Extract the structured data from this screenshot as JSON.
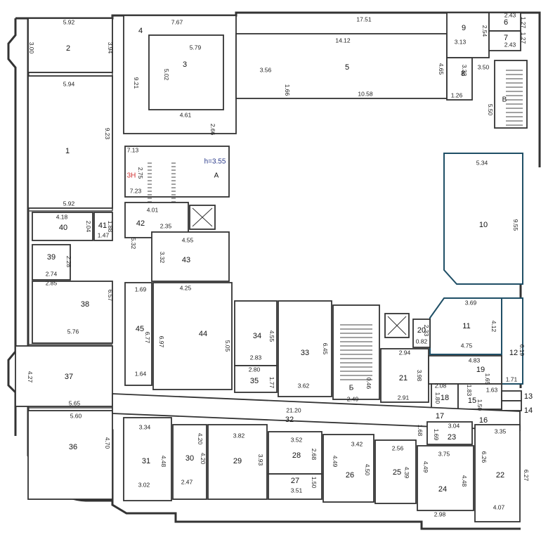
{
  "colors": {
    "highlight": "#8ed0e3",
    "walls": "#333333",
    "mark_red": "#d03030",
    "mark_blue": "#2a3a8a"
  },
  "marks": {
    "floor": "3Н",
    "height": "h=3.55",
    "stair_a": "А",
    "stair_b": "Б",
    "stair_v": "В"
  },
  "rooms": [
    {
      "id": "1",
      "label": "1"
    },
    {
      "id": "2",
      "label": "2"
    },
    {
      "id": "3",
      "label": "3"
    },
    {
      "id": "4",
      "label": "4"
    },
    {
      "id": "5",
      "label": "5"
    },
    {
      "id": "6",
      "label": "6"
    },
    {
      "id": "7",
      "label": "7"
    },
    {
      "id": "8",
      "label": "8"
    },
    {
      "id": "9",
      "label": "9"
    },
    {
      "id": "10",
      "label": "10",
      "highlight": true
    },
    {
      "id": "11",
      "label": "11",
      "highlight": true
    },
    {
      "id": "12",
      "label": "12",
      "highlight": true
    },
    {
      "id": "13",
      "label": "13"
    },
    {
      "id": "14",
      "label": "14"
    },
    {
      "id": "15",
      "label": "15"
    },
    {
      "id": "16",
      "label": "16"
    },
    {
      "id": "17",
      "label": "17"
    },
    {
      "id": "18",
      "label": "18"
    },
    {
      "id": "19",
      "label": "19"
    },
    {
      "id": "20",
      "label": "20"
    },
    {
      "id": "21",
      "label": "21"
    },
    {
      "id": "22",
      "label": "22"
    },
    {
      "id": "23",
      "label": "23"
    },
    {
      "id": "24",
      "label": "24"
    },
    {
      "id": "25",
      "label": "25"
    },
    {
      "id": "26",
      "label": "26"
    },
    {
      "id": "27",
      "label": "27"
    },
    {
      "id": "28",
      "label": "28"
    },
    {
      "id": "29",
      "label": "29"
    },
    {
      "id": "30",
      "label": "30"
    },
    {
      "id": "31",
      "label": "31"
    },
    {
      "id": "32",
      "label": "32"
    },
    {
      "id": "33",
      "label": "33"
    },
    {
      "id": "34",
      "label": "34"
    },
    {
      "id": "35",
      "label": "35"
    },
    {
      "id": "36",
      "label": "36"
    },
    {
      "id": "37",
      "label": "37"
    },
    {
      "id": "38",
      "label": "38"
    },
    {
      "id": "39",
      "label": "39"
    },
    {
      "id": "40",
      "label": "40"
    },
    {
      "id": "41",
      "label": "41"
    },
    {
      "id": "42",
      "label": "42"
    },
    {
      "id": "43",
      "label": "43"
    },
    {
      "id": "44",
      "label": "44"
    },
    {
      "id": "45",
      "label": "45"
    }
  ],
  "dims": [
    "5.92",
    "3.00",
    "3.94",
    "5.94",
    "9.23",
    "5.92",
    "7.67",
    "9.21",
    "5.79",
    "5.02",
    "4.61",
    "2.66",
    "17.51",
    "14.12",
    "3.56",
    "1.66",
    "10.58",
    "4.65",
    "3.32",
    "1.26",
    "3.13",
    "2.54",
    "2.43",
    "1.27",
    "2.43",
    "1.27",
    "3.50",
    "5.50",
    "7.13",
    "2.75",
    "7.23",
    "4.18",
    "2.04",
    "1.88",
    "1.47",
    "4.01",
    "2.35",
    "5.32",
    "4.55",
    "3.32",
    "2.28",
    "2.74",
    "2.85",
    "6.57",
    "5.76",
    "1.69",
    "4.25",
    "6.77",
    "6.97",
    "5.05",
    "1.64",
    "4.55",
    "2.83",
    "2.80",
    "1.77",
    "6.45",
    "3.62",
    "0.46",
    "2.49",
    "2.94",
    "0.82",
    "2.33",
    "3.98",
    "2.91",
    "5.34",
    "9.55",
    "3.69",
    "4.12",
    "4.75",
    "6.19",
    "4.83",
    "1.65",
    "2.08",
    "1.80",
    "1.83",
    "1.63",
    "1.71",
    "1.50",
    "4.27",
    "5.65",
    "5.60",
    "4.70",
    "21.20",
    "3.34",
    "4.48",
    "3.02",
    "2.47",
    "4.20",
    "4.20",
    "3.82",
    "3.93",
    "3.52",
    "2.68",
    "3.51",
    "1.50",
    "3.42",
    "4.49",
    "4.50",
    "2.56",
    "4.39",
    "1.68",
    "1.69",
    "3.04",
    "3.75",
    "4.49",
    "4.48",
    "3.35",
    "6.26",
    "6.27",
    "2.98",
    "4.07"
  ]
}
